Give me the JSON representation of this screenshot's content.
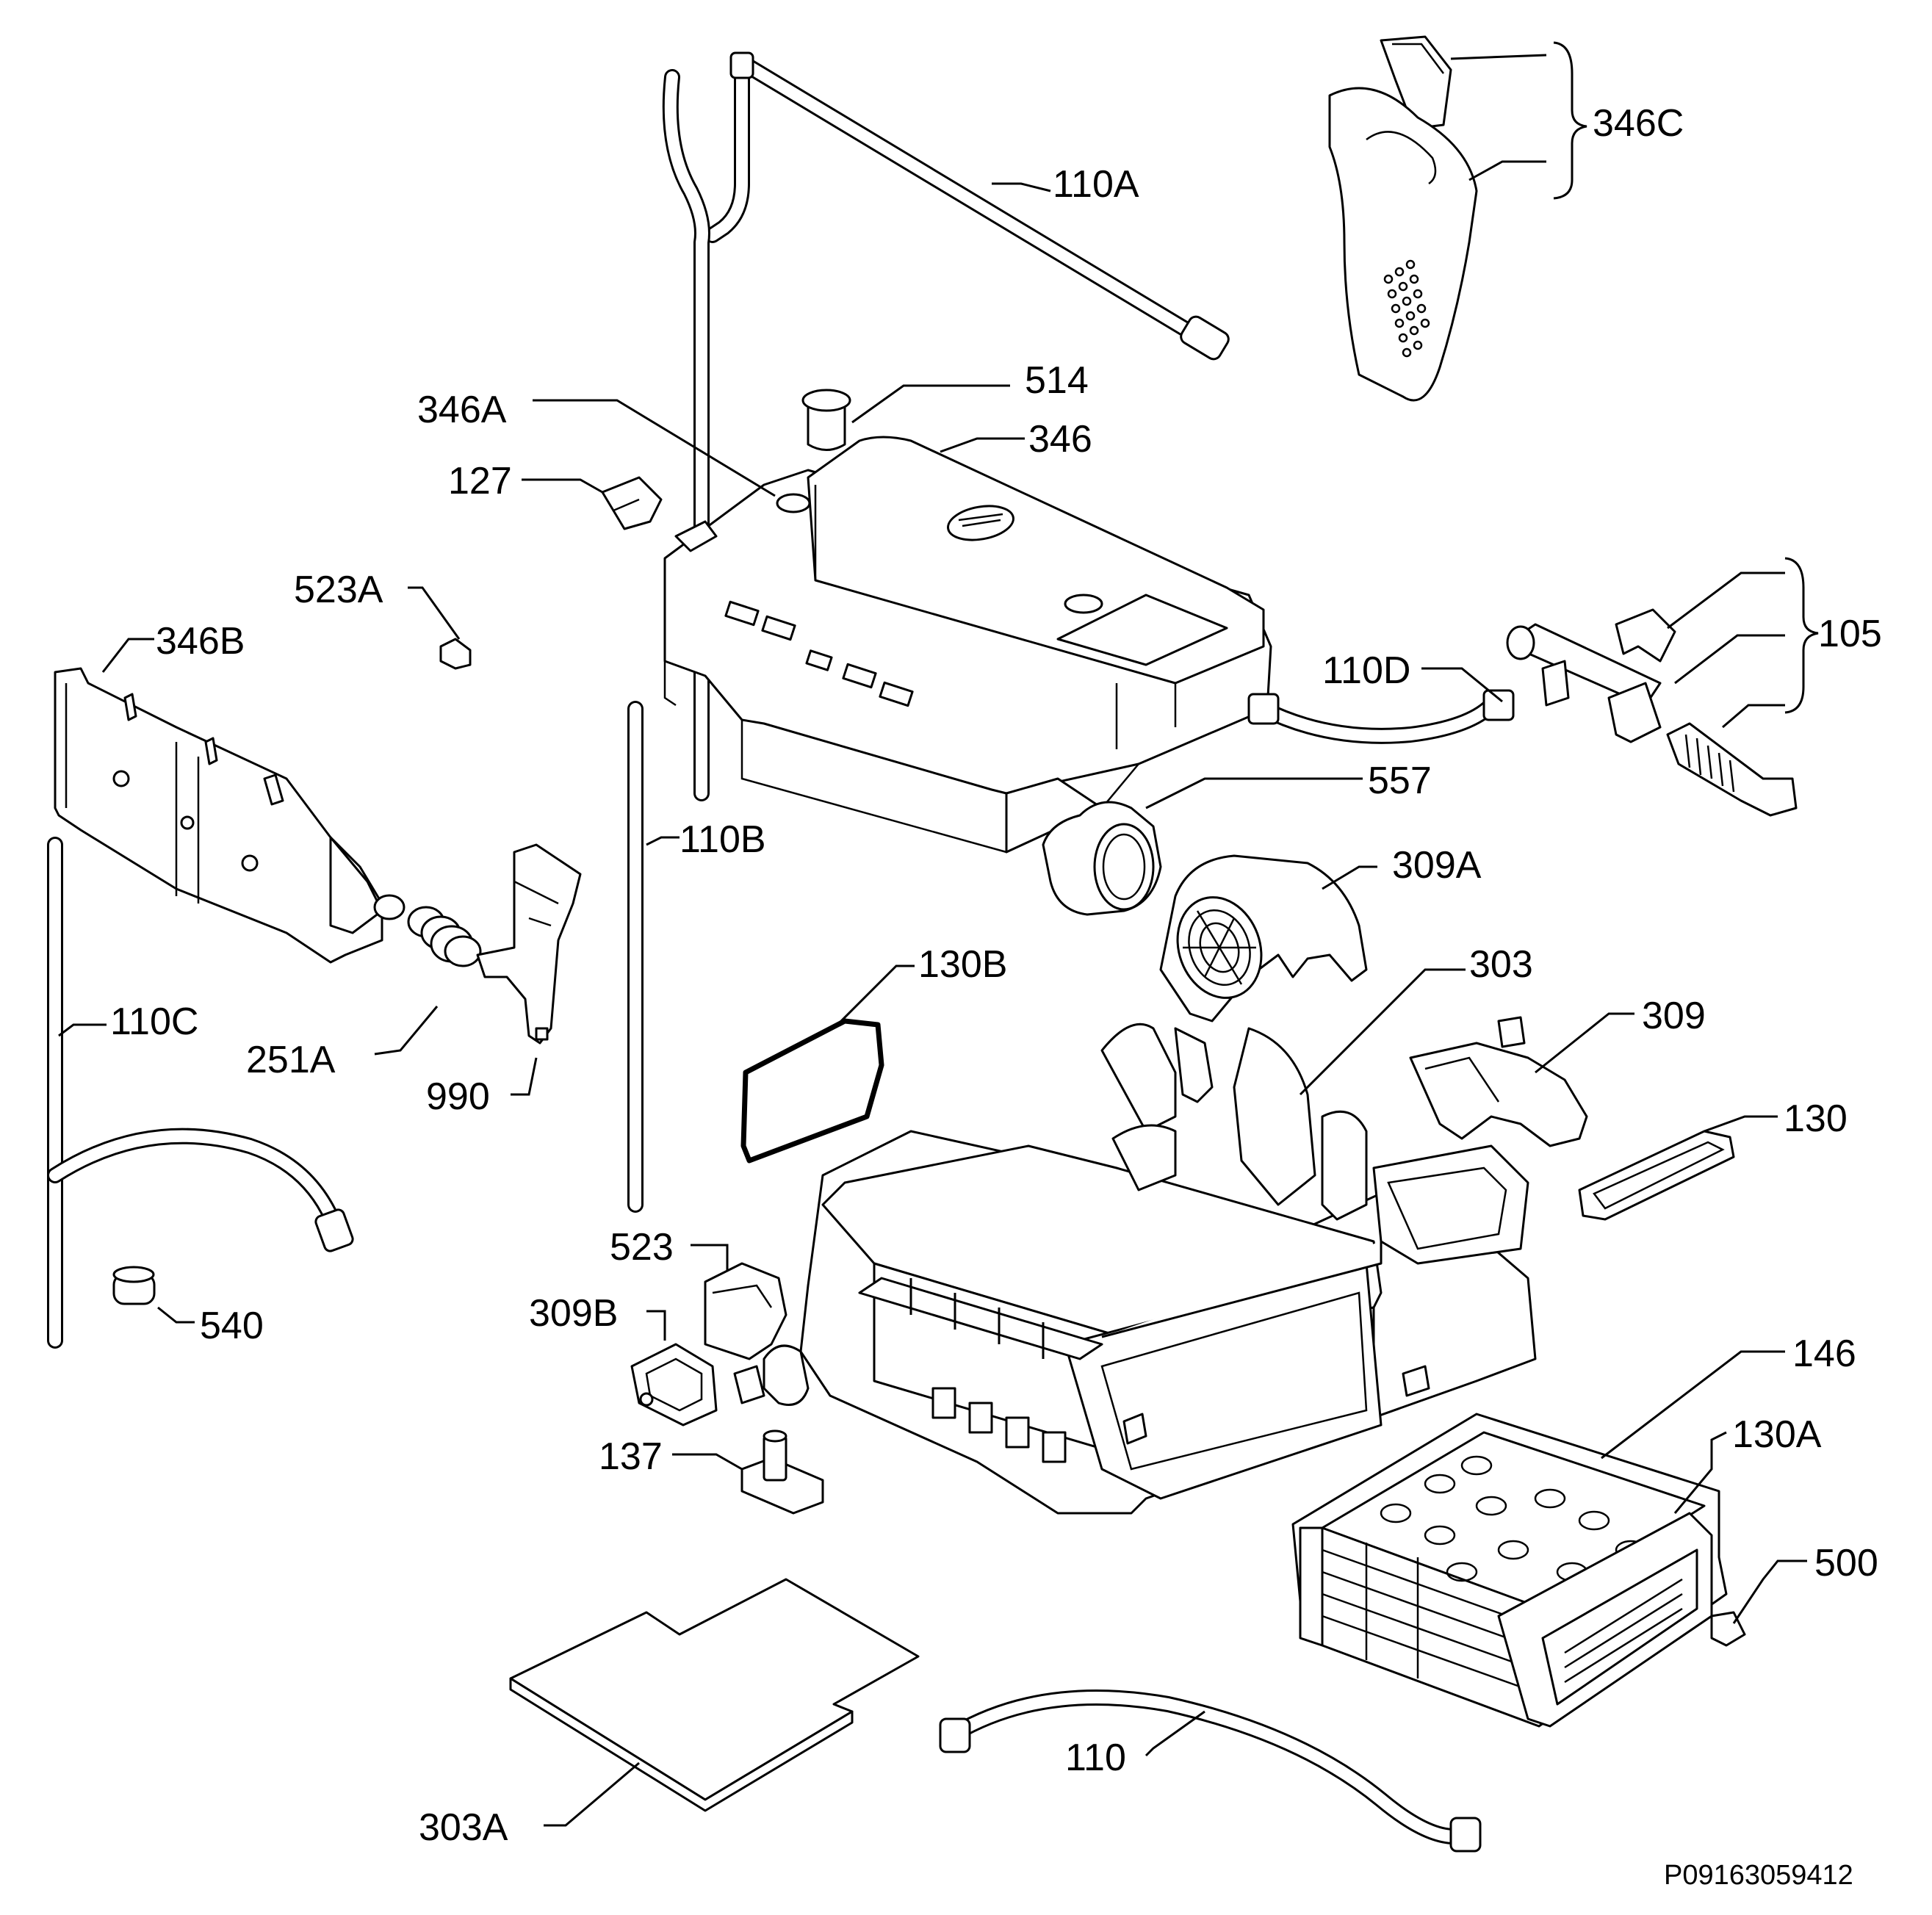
{
  "diagram": {
    "code": "P09163059412",
    "labels": {
      "p110A": "110A",
      "p346C": "346C",
      "p514": "514",
      "p346A": "346A",
      "p346": "346",
      "p127": "127",
      "p523A": "523A",
      "p346B": "346B",
      "p110D": "110D",
      "p105": "105",
      "p557": "557",
      "p110B": "110B",
      "p309A": "309A",
      "p130B": "130B",
      "p303": "303",
      "p110C": "110C",
      "p251A": "251A",
      "p309": "309",
      "p990": "990",
      "p130": "130",
      "p523": "523",
      "p309B": "309B",
      "p540": "540",
      "p146": "146",
      "p137": "137",
      "p130A": "130A",
      "p500": "500",
      "p110": "110",
      "p303A": "303A"
    }
  }
}
